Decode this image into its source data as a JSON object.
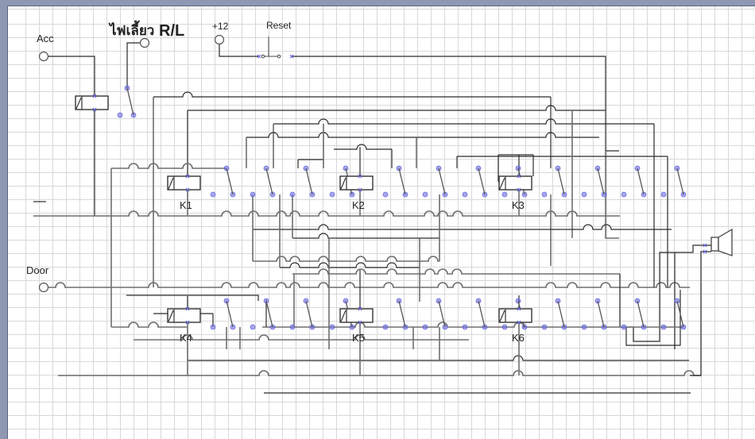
{
  "diagram": {
    "title_thai": "ไฟเลี้ยว",
    "title_rl": "R/L",
    "terminals": [
      {
        "id": "acc",
        "label": "Acc"
      },
      {
        "id": "turn",
        "label": ""
      },
      {
        "id": "plus12",
        "label": "+12"
      },
      {
        "id": "door",
        "label": "Door"
      }
    ],
    "ground_label": "",
    "reset_label": "Reset",
    "relays": [
      {
        "id": "K1",
        "label": "K1"
      },
      {
        "id": "K2",
        "label": "K2"
      },
      {
        "id": "K3",
        "label": "K3"
      },
      {
        "id": "K4",
        "label": "K4"
      },
      {
        "id": "K5",
        "label": "K5"
      },
      {
        "id": "K6",
        "label": "K6"
      }
    ],
    "input_relay": {
      "label": ""
    },
    "speaker": {
      "label": ""
    },
    "colors": {
      "wire": "#2a2a2a",
      "wire_gray": "#6e6e6e",
      "node": "#6b6be0",
      "frame": "#8f98b2"
    }
  }
}
